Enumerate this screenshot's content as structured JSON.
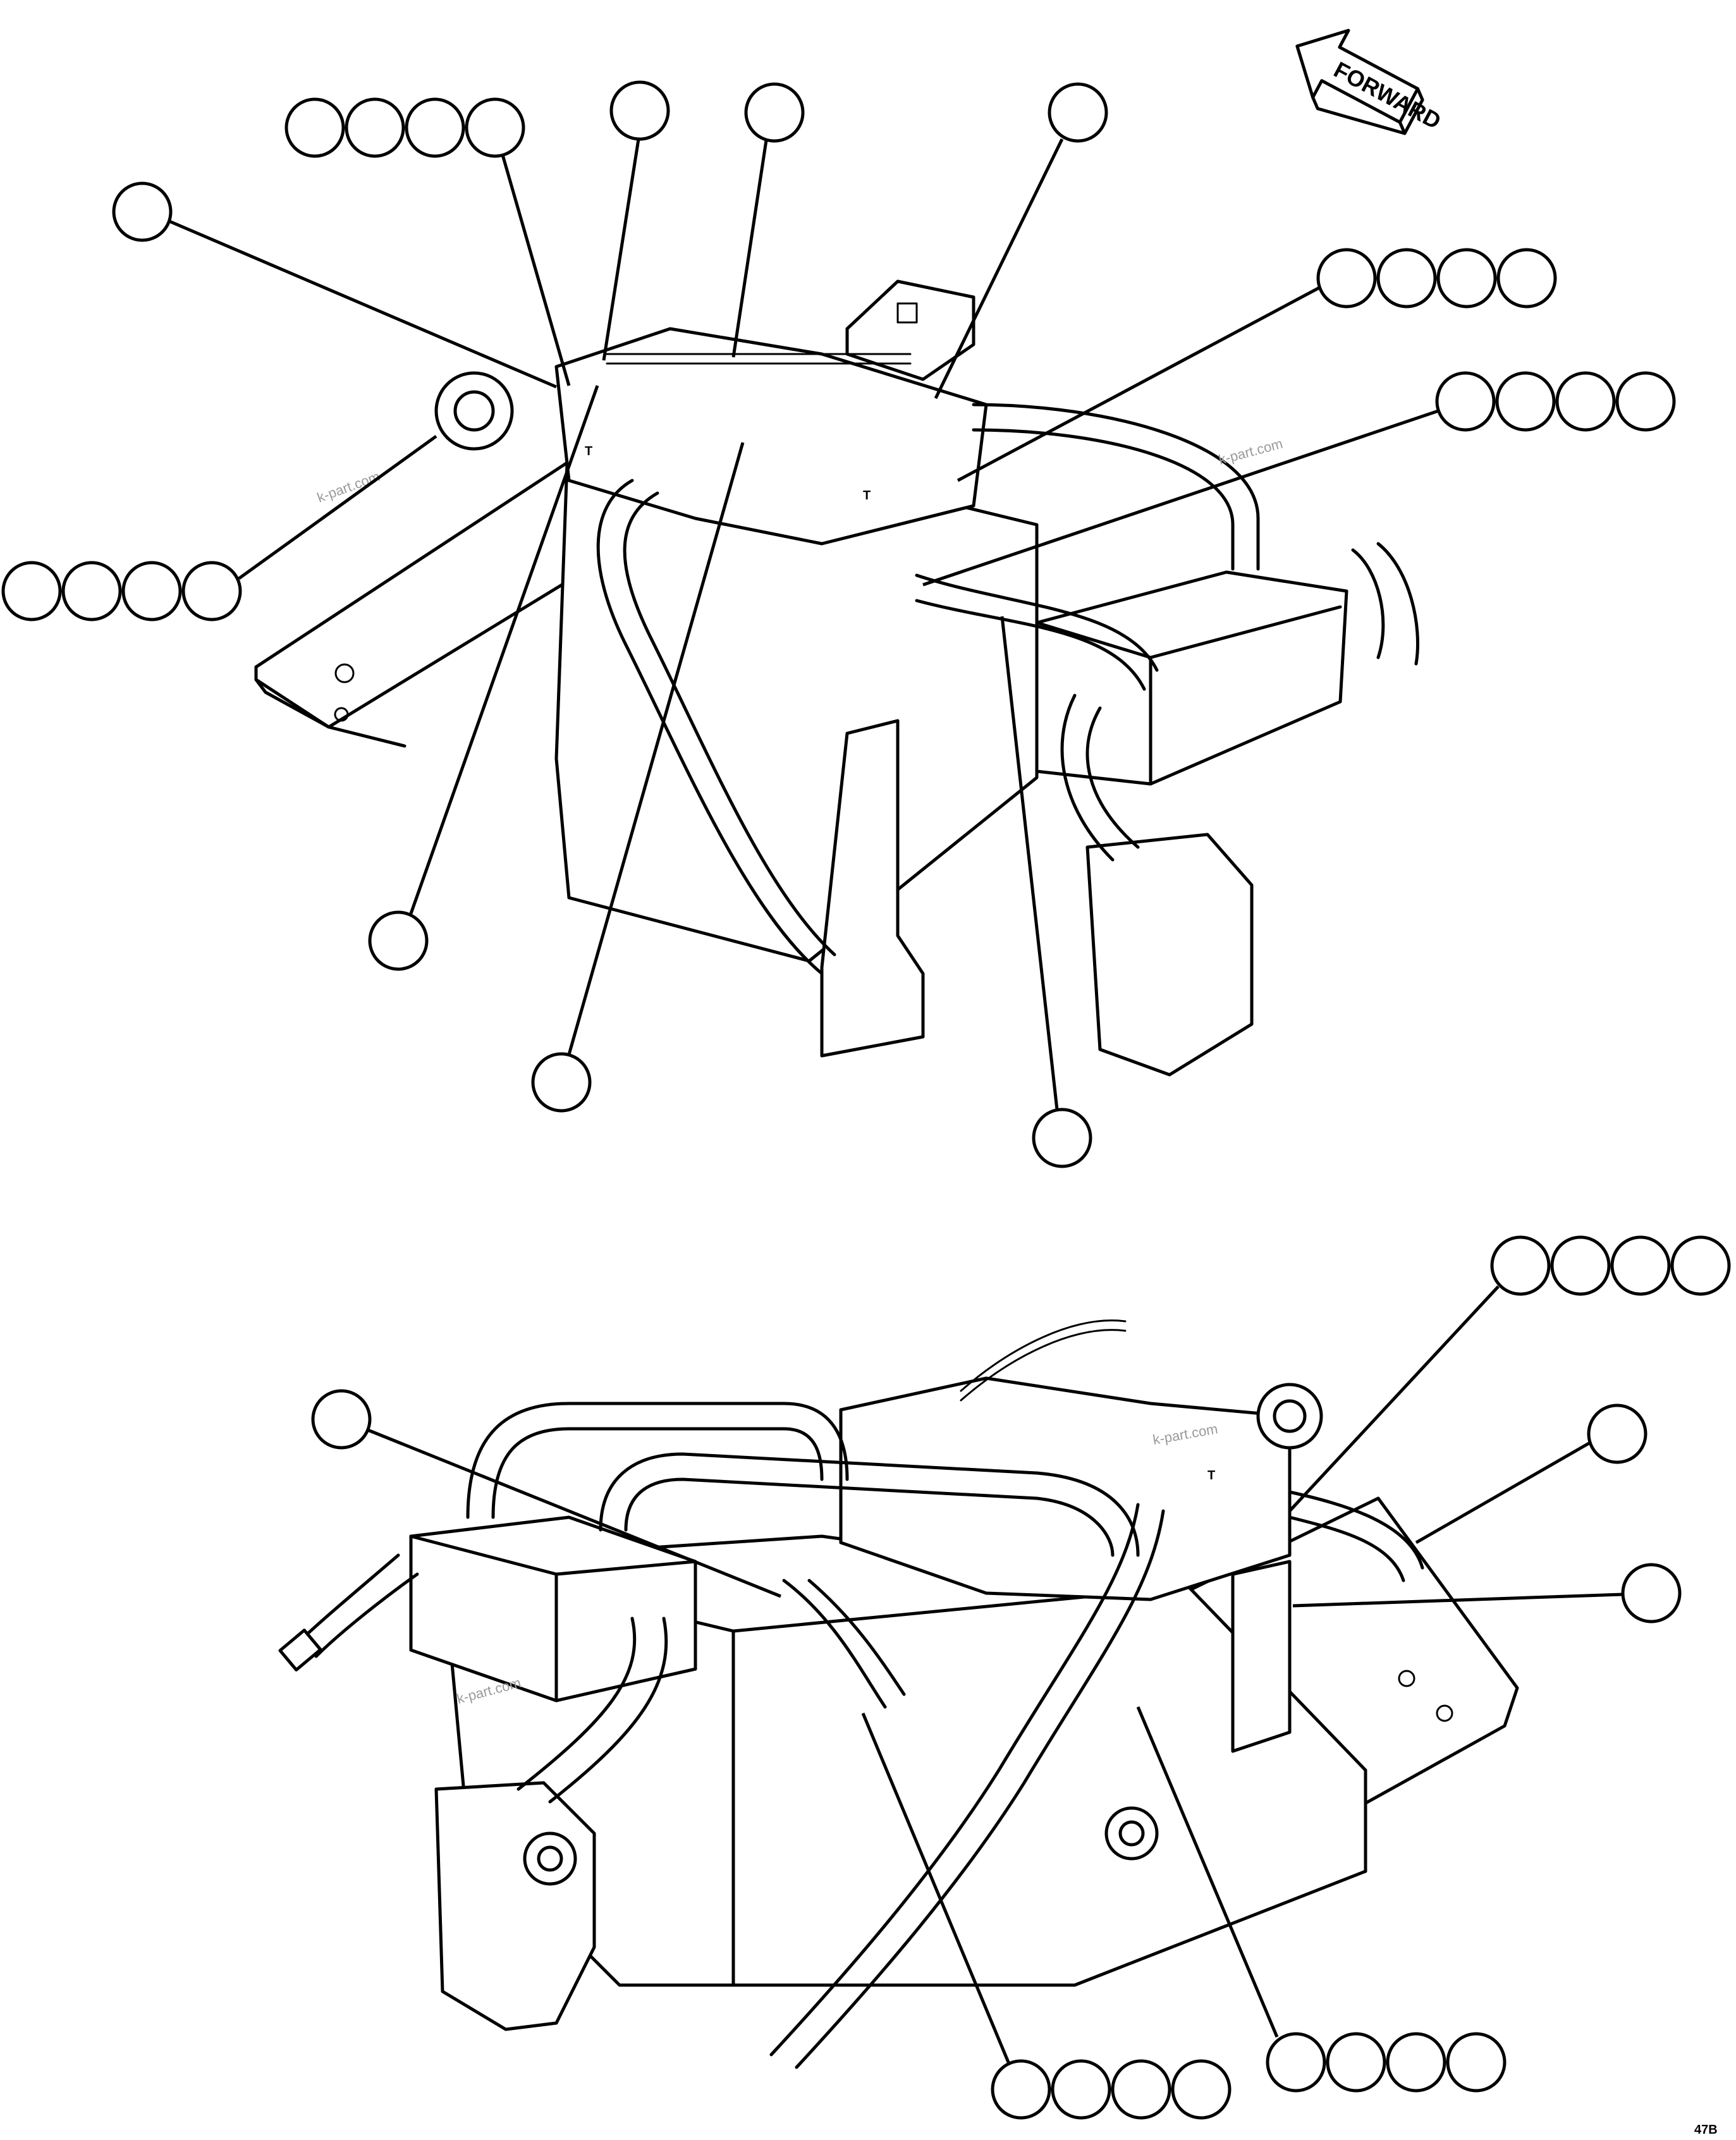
{
  "direction_arrow": {
    "label": "FORWARD"
  },
  "watermarks": [
    "k-part.com",
    "k-part.com",
    "k-part.com",
    "k-part.com"
  ],
  "decals": {
    "top_a": "T",
    "top_b": "T",
    "bottom_a": "T"
  },
  "sheet_code": "47B",
  "callouts": {
    "top_view": [
      {
        "id": "t1",
        "balloons": 4
      },
      {
        "id": "t2",
        "balloons": 1
      },
      {
        "id": "t3",
        "balloons": 1
      },
      {
        "id": "t4",
        "balloons": 1
      },
      {
        "id": "t5",
        "balloons": 1
      },
      {
        "id": "t6",
        "balloons": 4
      },
      {
        "id": "t7",
        "balloons": 4
      },
      {
        "id": "t8",
        "balloons": 4
      },
      {
        "id": "t9",
        "balloons": 1
      },
      {
        "id": "t10",
        "balloons": 1
      },
      {
        "id": "t11",
        "balloons": 1
      }
    ],
    "bottom_view": [
      {
        "id": "b1",
        "balloons": 4
      },
      {
        "id": "b2",
        "balloons": 1
      },
      {
        "id": "b3",
        "balloons": 1
      },
      {
        "id": "b4",
        "balloons": 1
      },
      {
        "id": "b5",
        "balloons": 4
      },
      {
        "id": "b6",
        "balloons": 4
      }
    ]
  }
}
